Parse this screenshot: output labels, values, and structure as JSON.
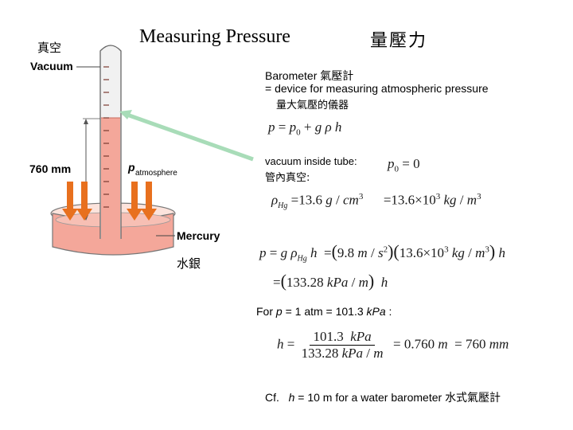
{
  "title": {
    "english": "Measuring Pressure",
    "chinese": "量壓力"
  },
  "diagram": {
    "label_vacuum_zh": "真空",
    "label_vacuum": "Vacuum",
    "label_height": "760 mm",
    "label_p_atmosphere_p": "p",
    "label_p_atmosphere_sub": "atmosphere",
    "label_mercury": "Mercury",
    "label_mercury_zh": "水銀",
    "colors": {
      "mercury": "#f4a79a",
      "arrow": "#e8701e",
      "pointer": "#a8dcb8"
    }
  },
  "text": {
    "barometer_line": "Barometer 氣壓計",
    "definition": "= device for measuring atmospheric pressure",
    "definition_zh": "量大氣壓的儀器",
    "vacuum_inside": "vacuum inside tube:",
    "vacuum_inside_zh": "管內真空:",
    "for_p_prefix": "For ",
    "for_p_var": "p",
    "for_p_value": " = 1 atm = 101.3 ",
    "for_p_unit": "kPa",
    "for_p_end": " :",
    "cf_prefix": "Cf.   ",
    "cf_var": "h",
    "cf_rest": " = 10 m for a water barometer ",
    "cf_zh": "水式氣壓計"
  },
  "equations": {
    "eq1": "p = p₀ + g ρ h",
    "eq2": "p₀ = 0",
    "eq3_left": "ρHg = 13.6 g / cm³",
    "eq3_right": "= 13.6×10³ kg / m³",
    "eq4_main": "p = g ρHg h = (9.8 m / s²)(13.6×10³ kg / m³) h",
    "eq5": "= (133.28 kPa / m) h",
    "eq6_num": "101.3  kPa",
    "eq6_den": "133.28 kPa / m",
    "eq6_res1": "= 0.760 m",
    "eq6_res2": "= 760 mm"
  }
}
